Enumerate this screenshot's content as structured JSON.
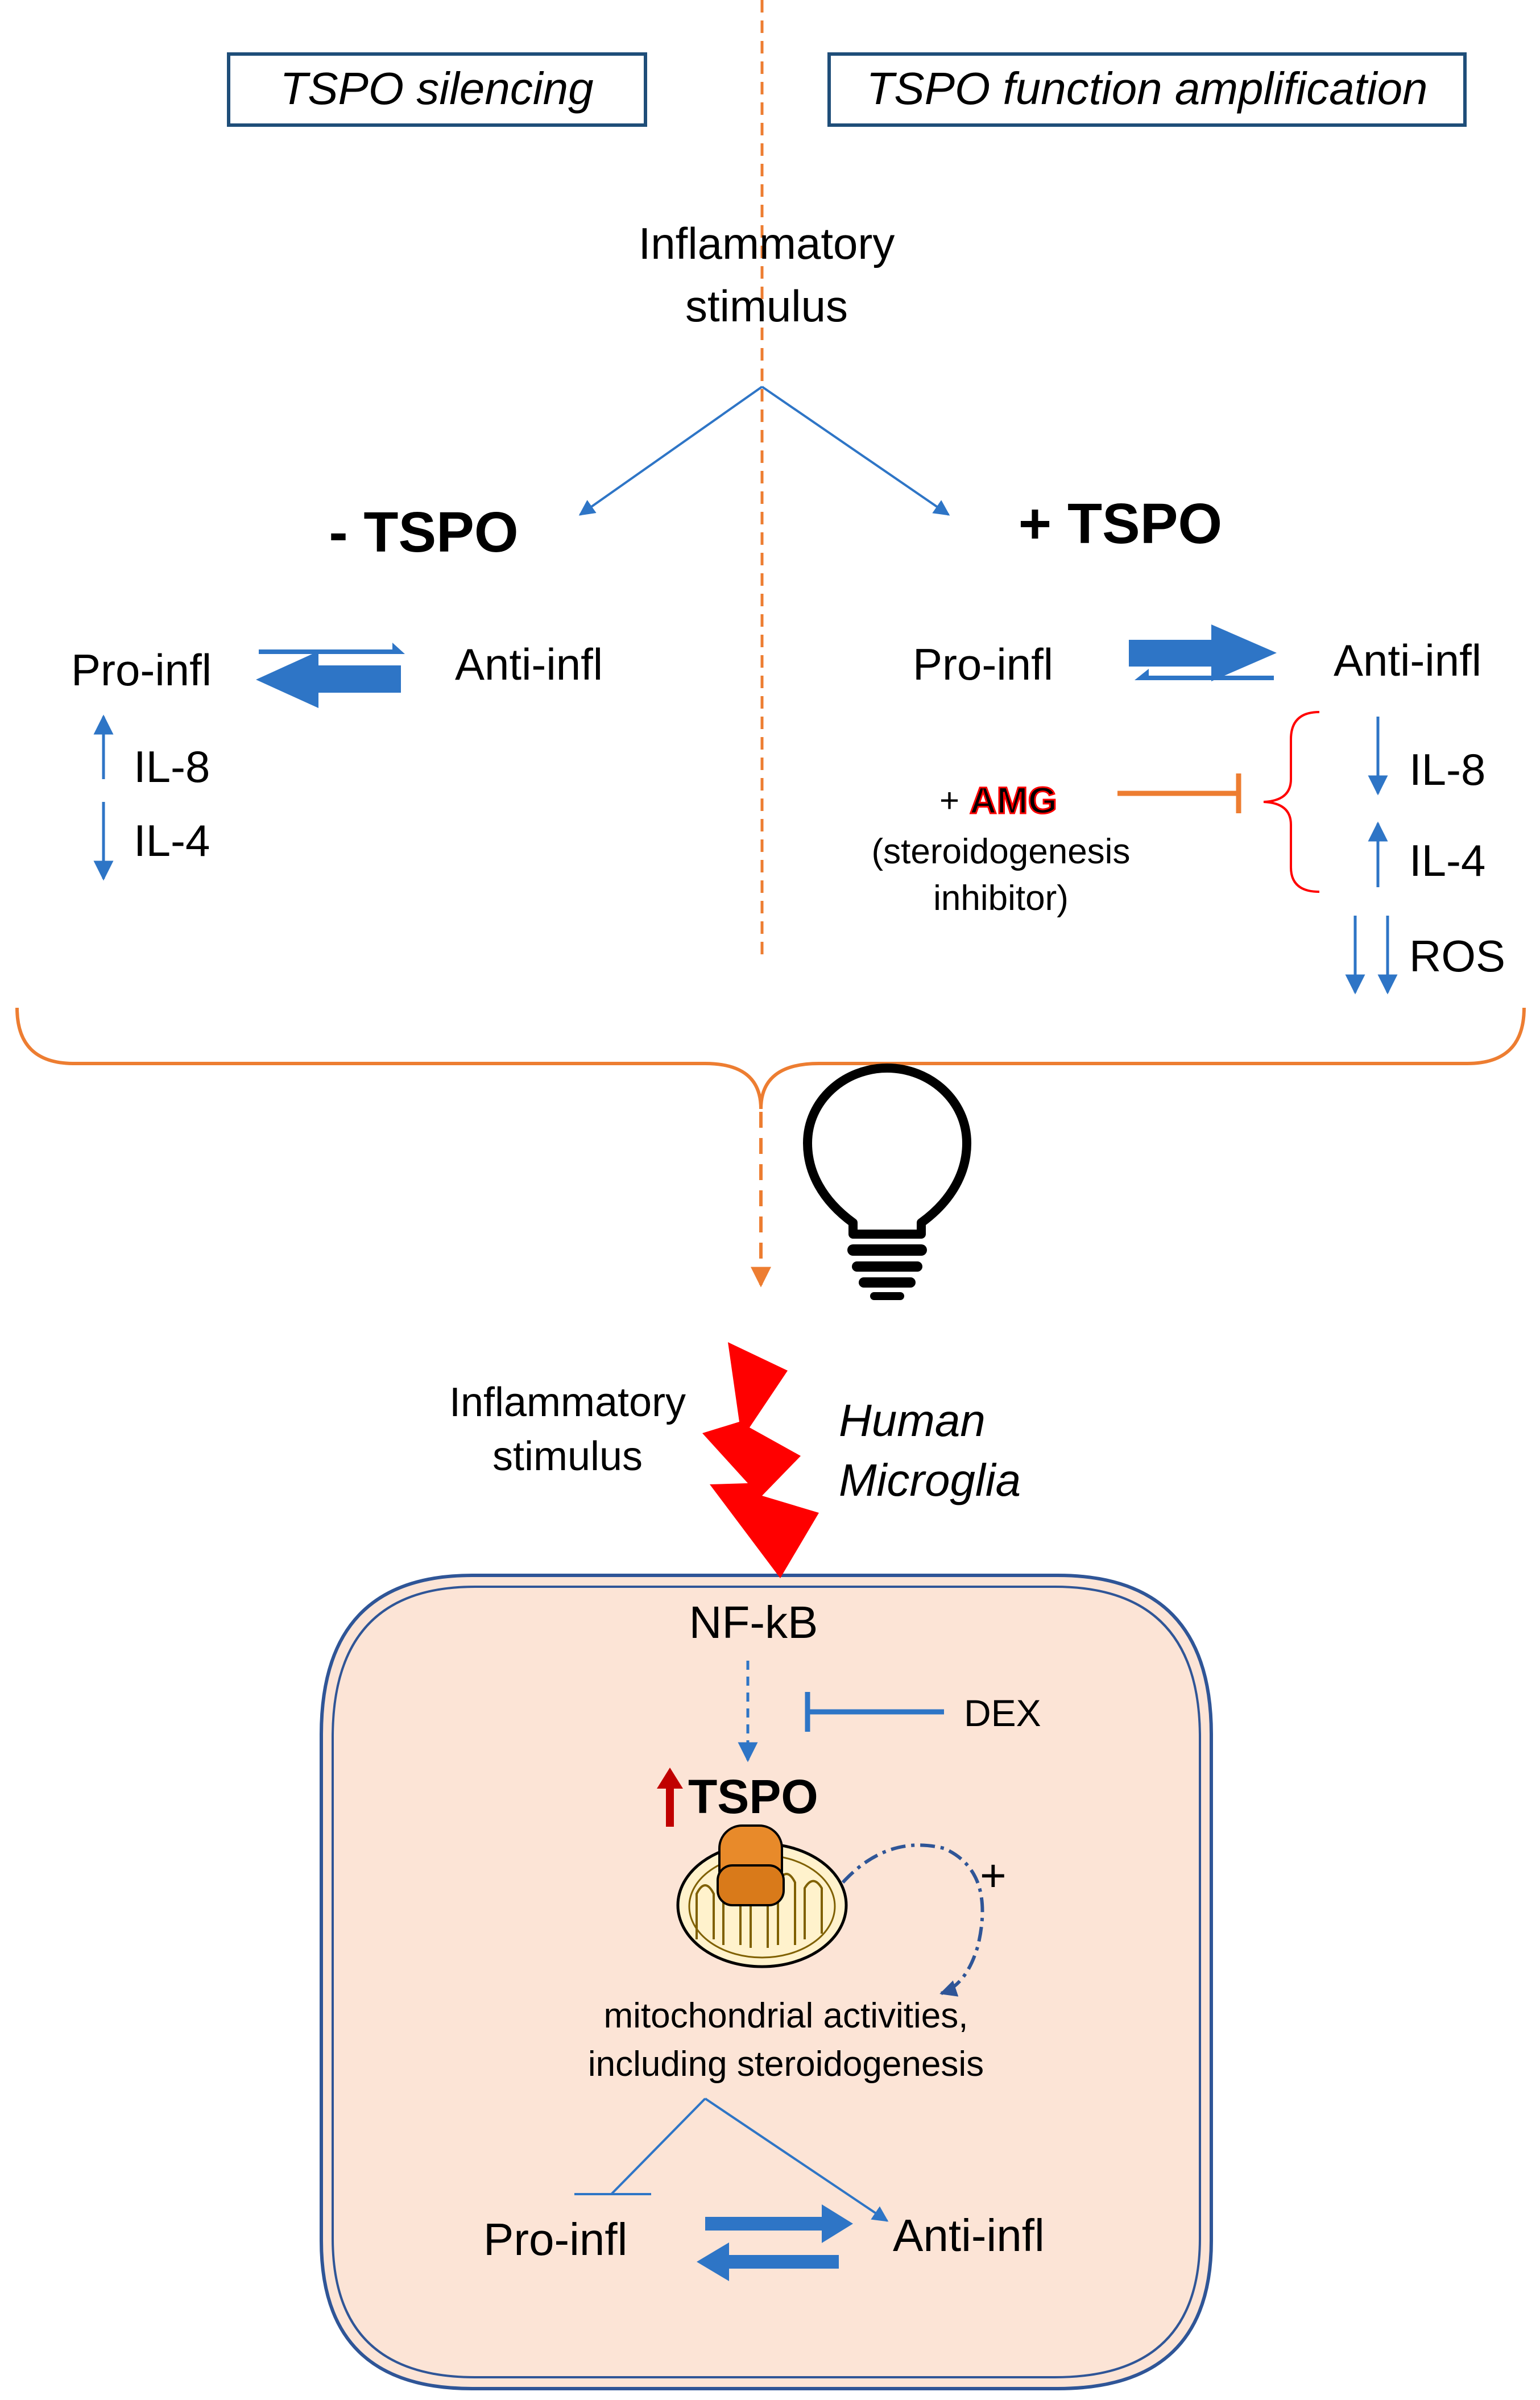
{
  "labels": {
    "tspo_silencing": "TSPO silencing",
    "tspo_amplification": "TSPO function amplification",
    "inflammatory_stimulus_top_l1": "Inflammatory",
    "inflammatory_stimulus_top_l2": "stimulus",
    "minus_tspo": "- TSPO",
    "plus_tspo": "+ TSPO",
    "left_pro_infl": "Pro-infl",
    "left_anti_infl": "Anti-infl",
    "left_il8": "IL-8",
    "left_il4": "IL-4",
    "right_pro_infl": "Pro-infl",
    "right_anti_infl": "Anti-infl",
    "right_il8": "IL-8",
    "right_il4": "IL-4",
    "right_ros": "ROS",
    "amg_plus": "+",
    "amg": "AMG",
    "amg_desc_l1": "(steroidogenesis",
    "amg_desc_l2": "inhibitor)",
    "bottom_stimulus_l1": "Inflammatory",
    "bottom_stimulus_l2": "stimulus",
    "human_l1": "Human",
    "human_l2": "Microglia",
    "nfkb": "NF-kB",
    "dex": "DEX",
    "tspo_cell": "TSPO",
    "plus_sign": "+",
    "mito_l1": "mitochondrial activities,",
    "mito_l2": "including steroidogenesis",
    "cell_pro_infl": "Pro-infl",
    "cell_anti_infl": "Anti-infl"
  },
  "colors": {
    "box_border": "#1f4e79",
    "blue_arrow": "#2e75c6",
    "orange": "#ed7d31",
    "red": "#ff0000",
    "cell_fill": "#fce4d6",
    "cell_border": "#2f5597",
    "tspo_protein": "#e88a2a",
    "mitochondrion_fill": "#fff2cc",
    "amg_text": "#ff0000"
  },
  "icons": [
    "lightbulb-icon",
    "lightning-bolt-icon",
    "mitochondrion-icon",
    "up-arrow-icon",
    "down-arrow-icon",
    "inhibition-bar-icon"
  ]
}
